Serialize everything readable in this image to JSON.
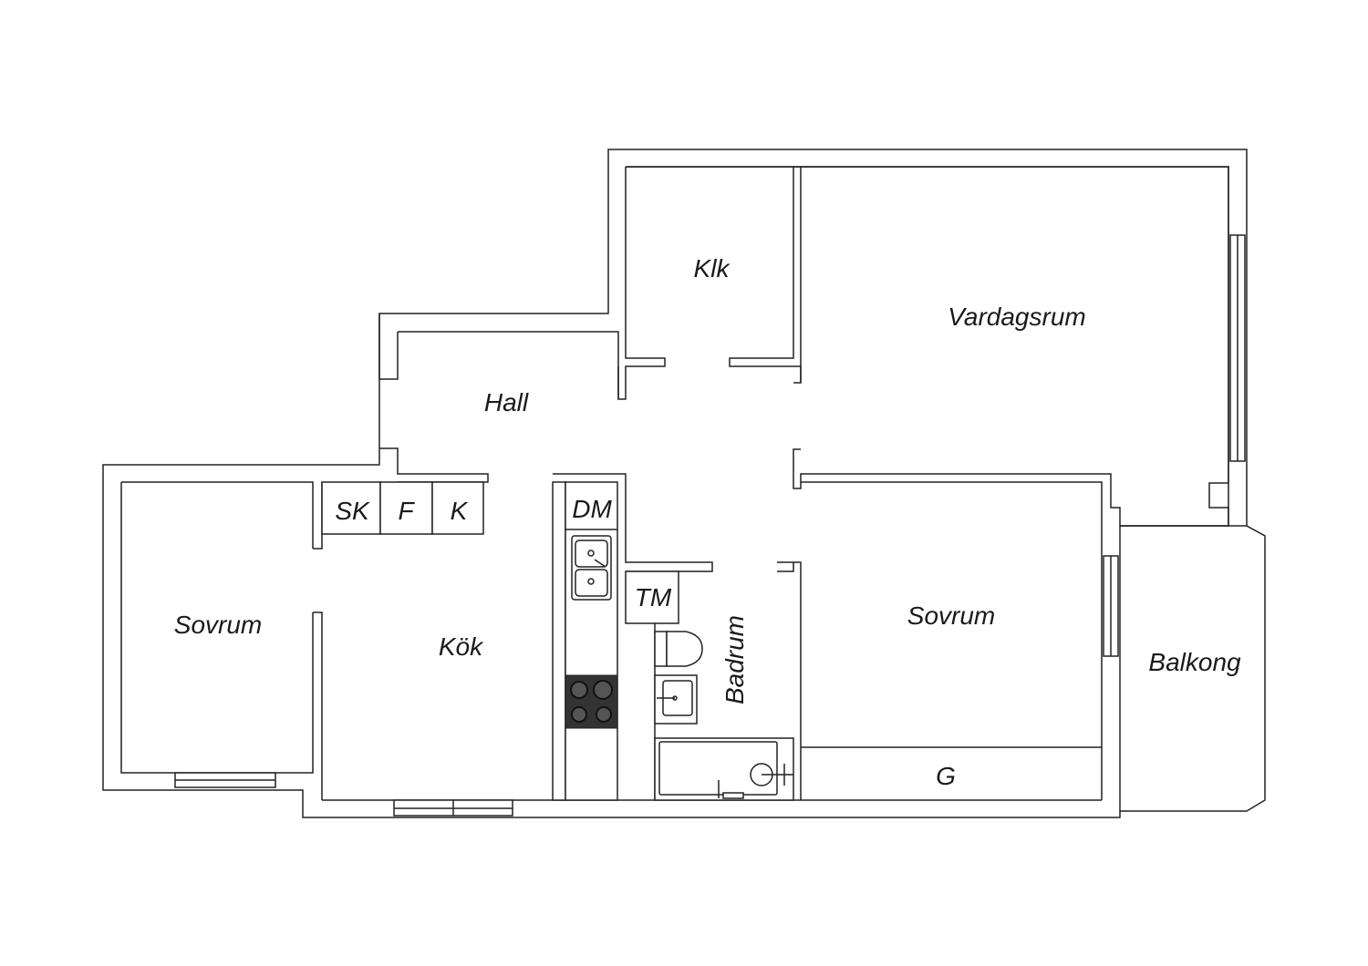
{
  "rooms": {
    "klk": "Klk",
    "vardagsrum": "Vardagsrum",
    "hall": "Hall",
    "sovrum_left": "Sovrum",
    "kok": "Kök",
    "sovrum_right": "Sovrum",
    "badrum": "Badrum",
    "balkong": "Balkong"
  },
  "fixtures": {
    "sk": "SK",
    "f": "F",
    "k": "K",
    "dm": "DM",
    "tm": "TM",
    "g": "G"
  },
  "colors": {
    "wall": "#222222",
    "background": "#ffffff",
    "stove": "#333333"
  }
}
